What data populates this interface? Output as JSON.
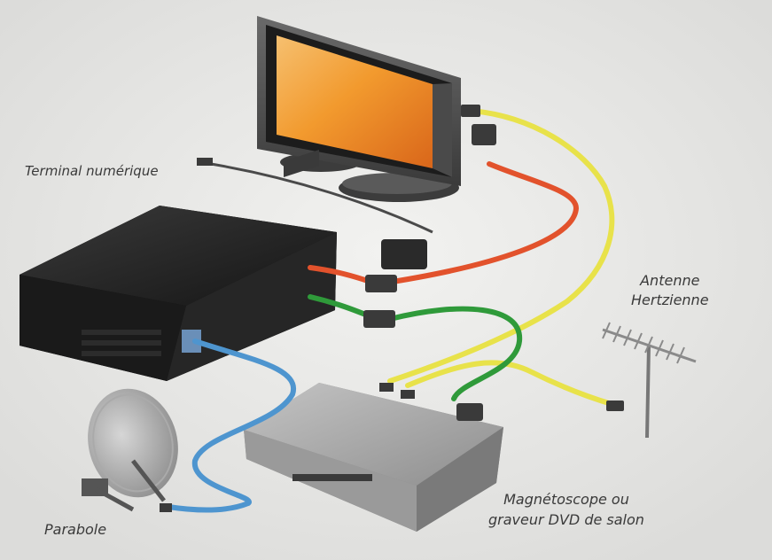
{
  "labels": {
    "terminal": "Terminal numérique",
    "antenne_line1": "Antenne",
    "antenne_line2": "Hertzienne",
    "parabole": "Parabole",
    "magneto_line1": "Magnétoscope ou",
    "magneto_line2": "graveur DVD de salon"
  },
  "colors": {
    "background": "#e6e6e4",
    "cable_yellow": "#e8e24a",
    "cable_red": "#e2522c",
    "cable_green": "#2f9a3a",
    "cable_blue": "#4e95cf",
    "tv_screen": "#f29a2e",
    "terminal_body": "#1f1f1f",
    "recorder_body": "#a9a9a9"
  }
}
